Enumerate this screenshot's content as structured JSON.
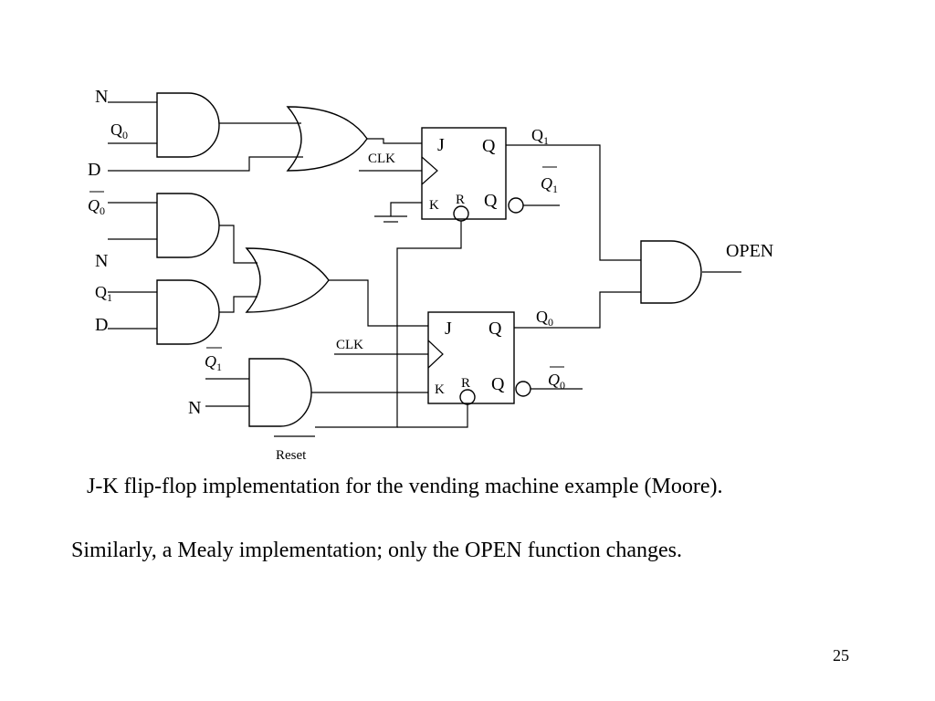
{
  "inputs": {
    "n": "N",
    "d": "D",
    "q": "Q",
    "sub0": "0",
    "sub1": "1"
  },
  "flipflops": {
    "j": "J",
    "k": "K",
    "q": "Q",
    "r": "R",
    "clk": "CLK"
  },
  "outputs": {
    "open": "OPEN",
    "reset": "Reset"
  },
  "caption": "J-K flip-flop implementation for the vending machine example (Moore).",
  "note": "Similarly, a Mealy implementation; only the OPEN function changes.",
  "page_number": "25"
}
